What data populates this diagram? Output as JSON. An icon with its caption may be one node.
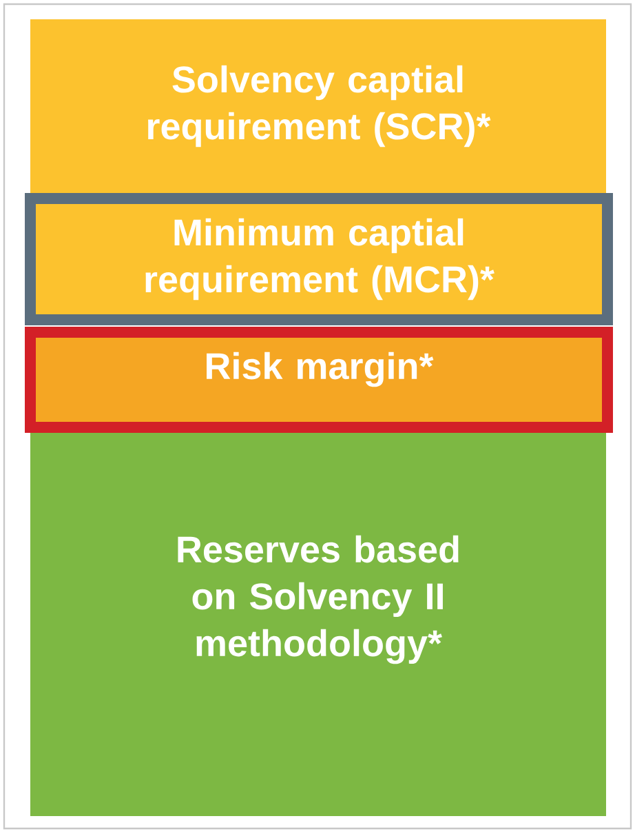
{
  "diagram": {
    "nodes": [
      {
        "text": [
          "Solvency captial requirement (SCR)*"
        ]
      },
      {
        "text": [
          "Minimum captial requirement (MCR)*"
        ]
      },
      {
        "text": [
          "Risk margin*"
        ]
      },
      {
        "text": [
          "Reserves based on Solvency II methodology*"
        ]
      }
    ]
  }
}
